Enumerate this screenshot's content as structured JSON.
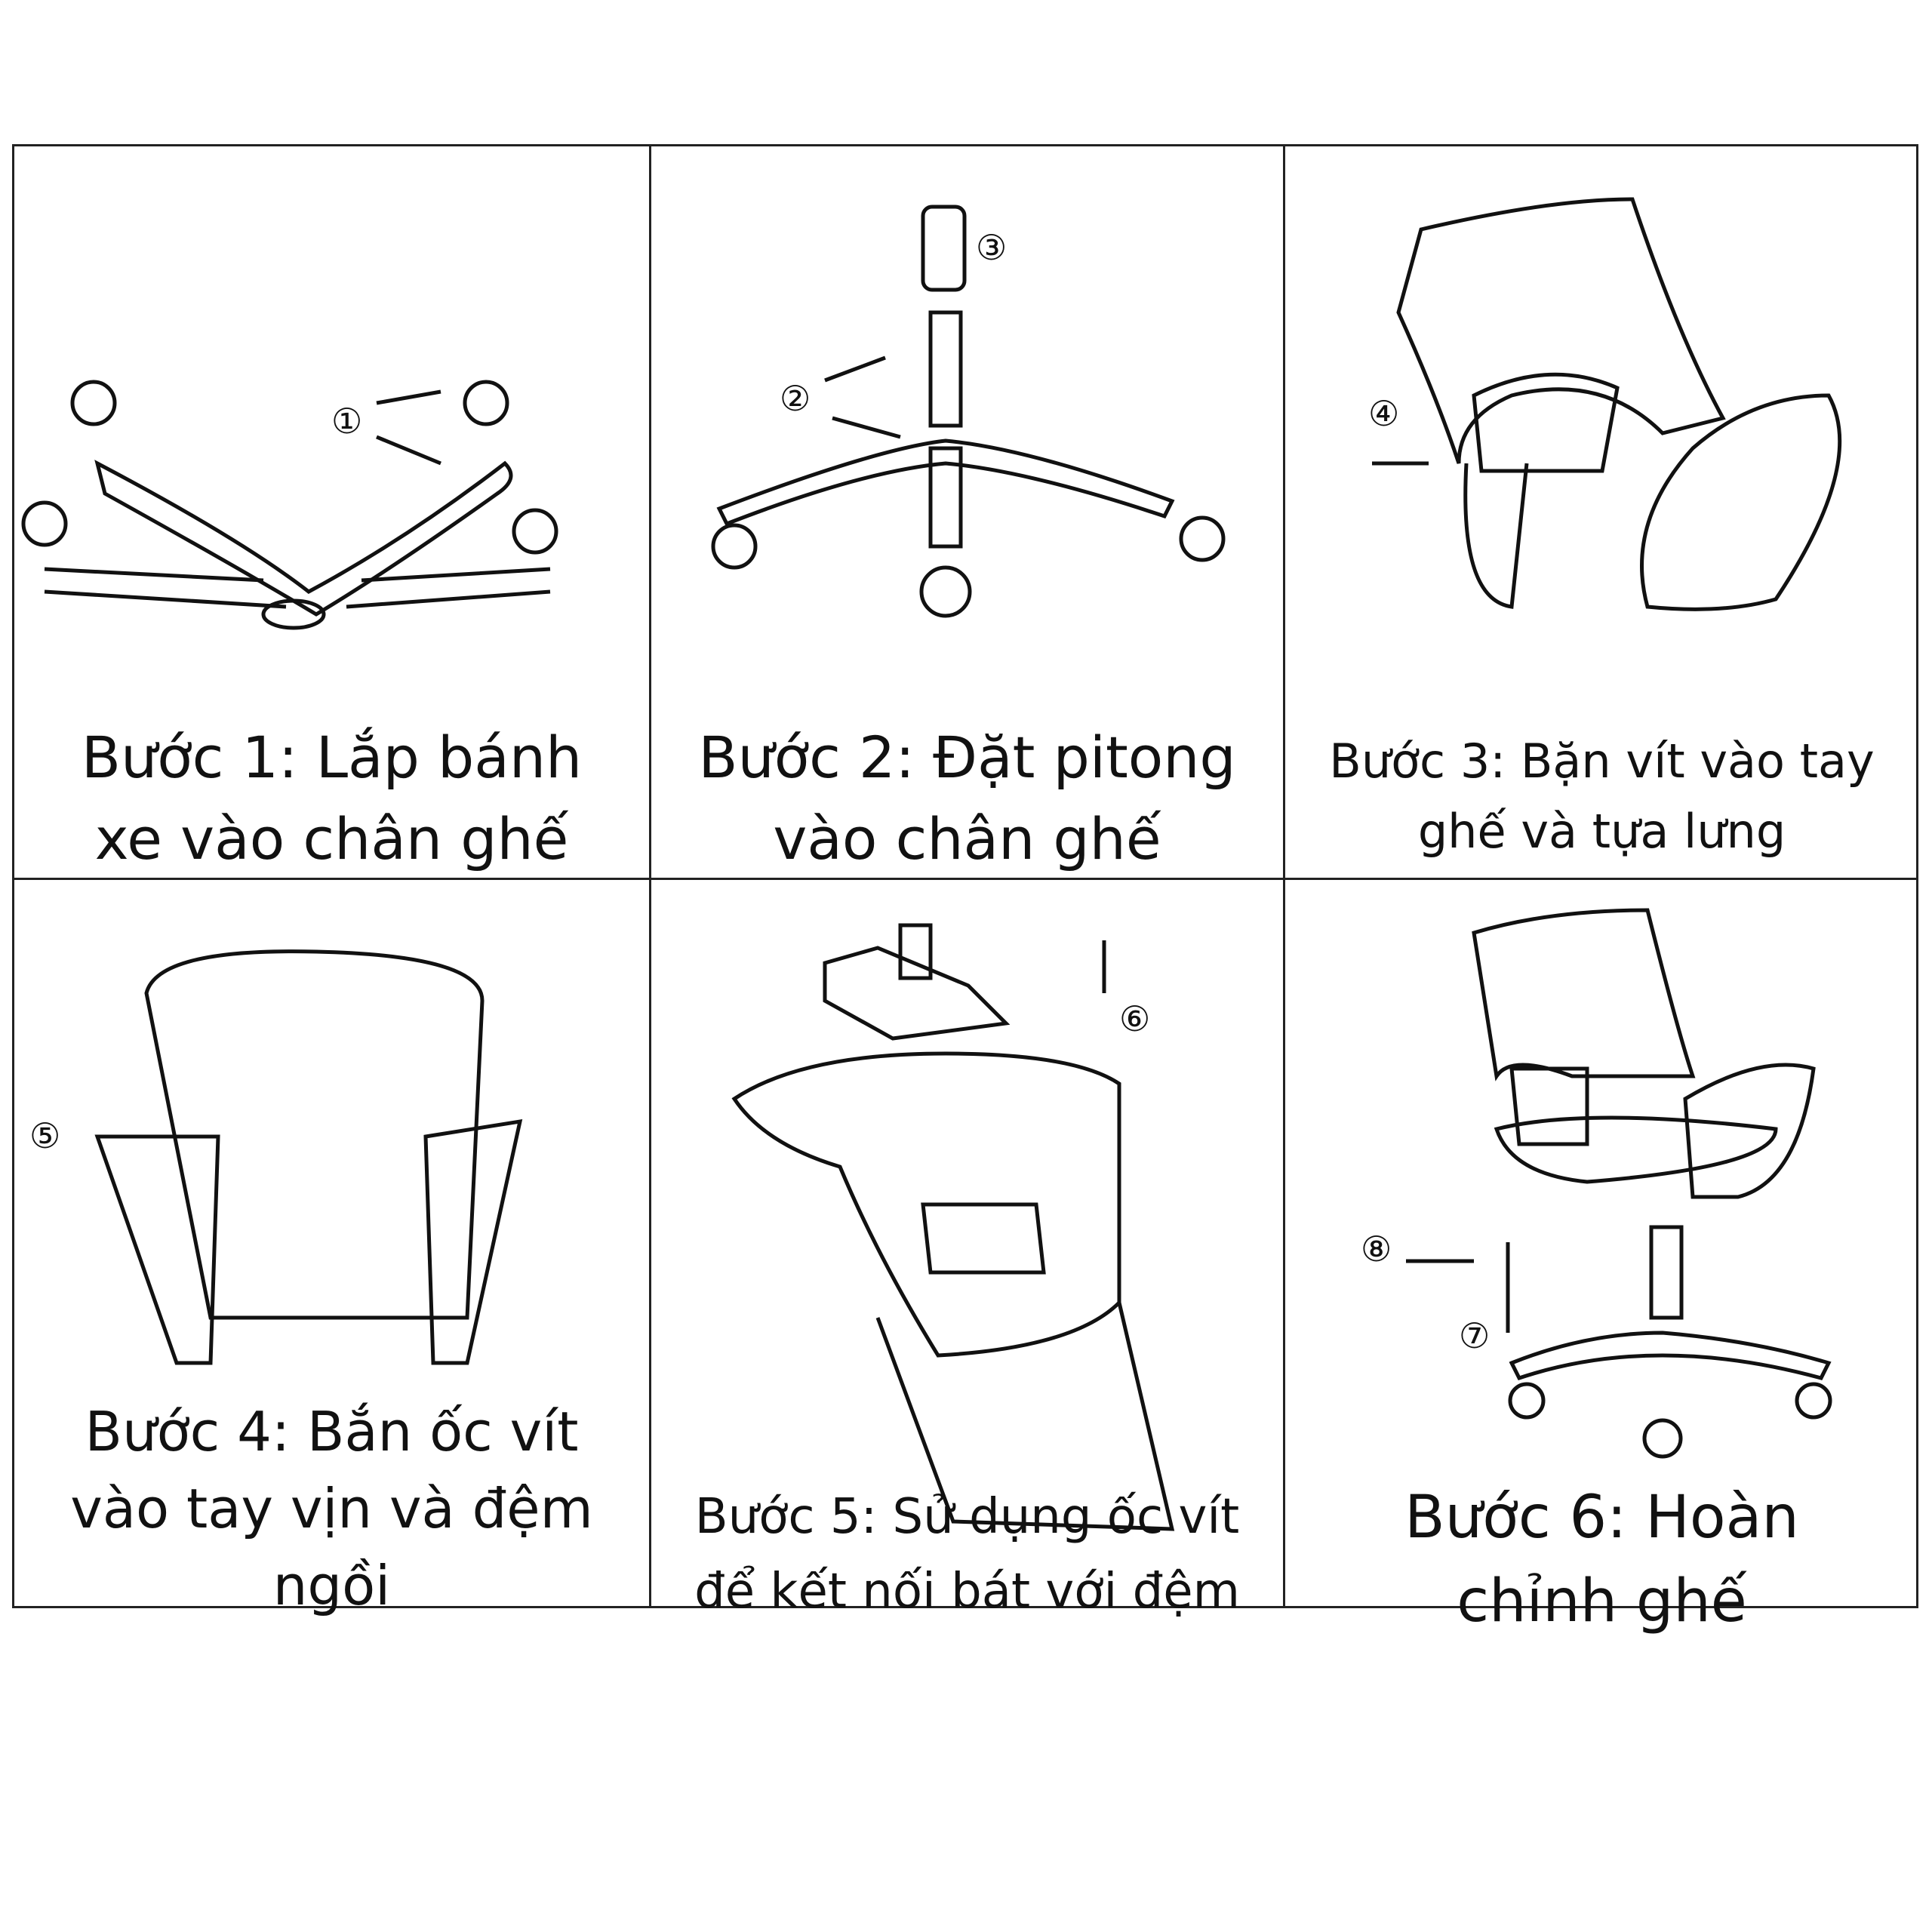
{
  "steps": [
    {
      "lines": [
        "Bước 1: Lắp bánh",
        "xe vào chân ghế"
      ],
      "callouts": [
        "①"
      ]
    },
    {
      "lines": [
        "Bước 2: Đặt pitong",
        "vào chân ghế"
      ],
      "callouts": [
        "②",
        "③"
      ]
    },
    {
      "lines": [
        "Bước 3: Bặn vít vào tay",
        "ghế và tựa lưng"
      ],
      "callouts": [
        "④"
      ]
    },
    {
      "lines": [
        "Bước 4: Bắn ốc vít",
        "vào tay vịn và đệm",
        "ngồi"
      ],
      "callouts": [
        "⑤"
      ]
    },
    {
      "lines": [
        "Bước 5: Sử dụng ốc vít",
        "để kết nối bát với đệm"
      ],
      "callouts": [
        "⑥"
      ]
    },
    {
      "lines": [
        "Bước 6: Hoàn",
        "chỉnh ghế"
      ],
      "callouts": [
        "⑦",
        "⑧"
      ]
    }
  ]
}
